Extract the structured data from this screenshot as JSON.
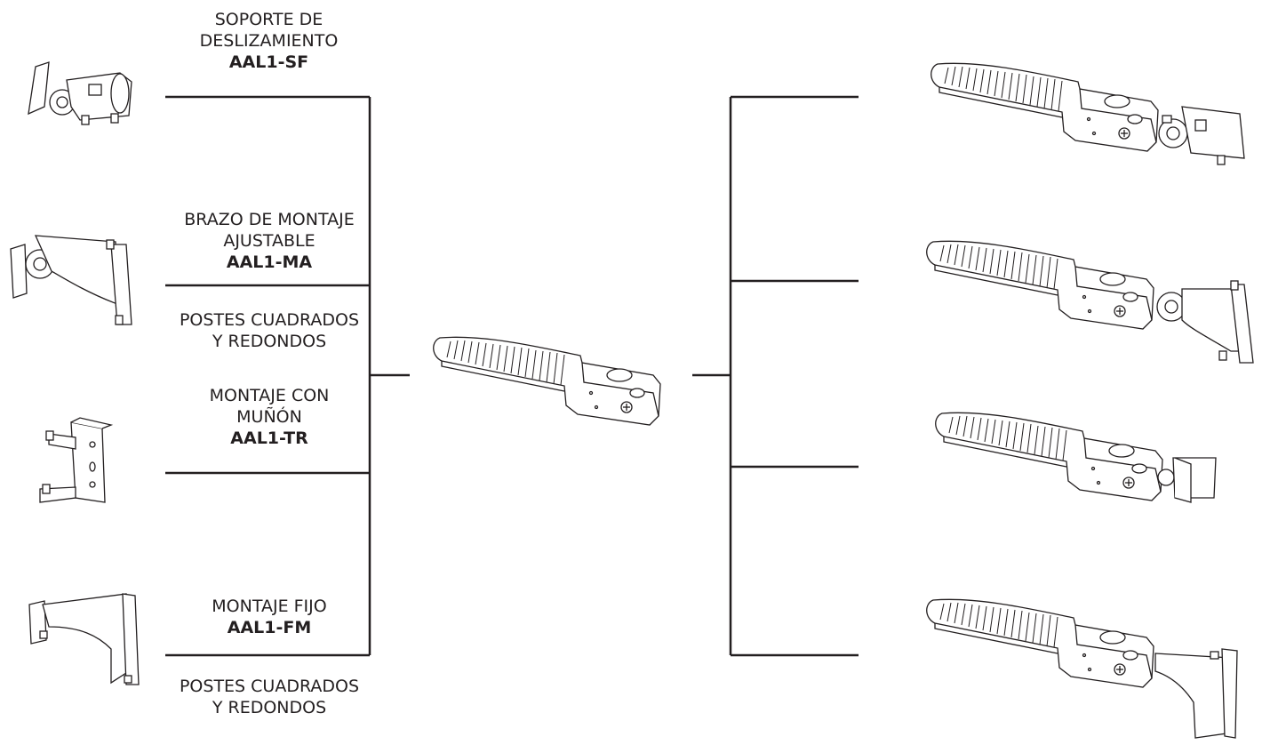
{
  "labels": {
    "sf": {
      "line1": "SOPORTE DE",
      "line2": "DESLIZAMIENTO",
      "code": "AAL1-SF"
    },
    "ma": {
      "line1": "BRAZO DE MONTAJE",
      "line2": "AJUSTABLE",
      "code": "AAL1-MA"
    },
    "poles1": {
      "line1": "POSTES CUADRADOS",
      "line2": "Y REDONDOS"
    },
    "tr": {
      "line1": "MONTAJE CON",
      "line2": "MUÑÓN",
      "code": "AAL1-TR"
    },
    "fm": {
      "line1": "MONTAJE FIJO",
      "code": "AAL1-FM"
    },
    "poles2": {
      "line1": "POSTES CUADRADOS",
      "line2": "Y REDONDOS"
    }
  },
  "icons": [
    "slip-fitter-mount-icon",
    "adjustable-arm-mount-icon",
    "trunnion-mount-icon",
    "fixed-mount-icon",
    "luminaire-icon"
  ],
  "colors": {
    "line": "#231f20",
    "text": "#231f20"
  }
}
